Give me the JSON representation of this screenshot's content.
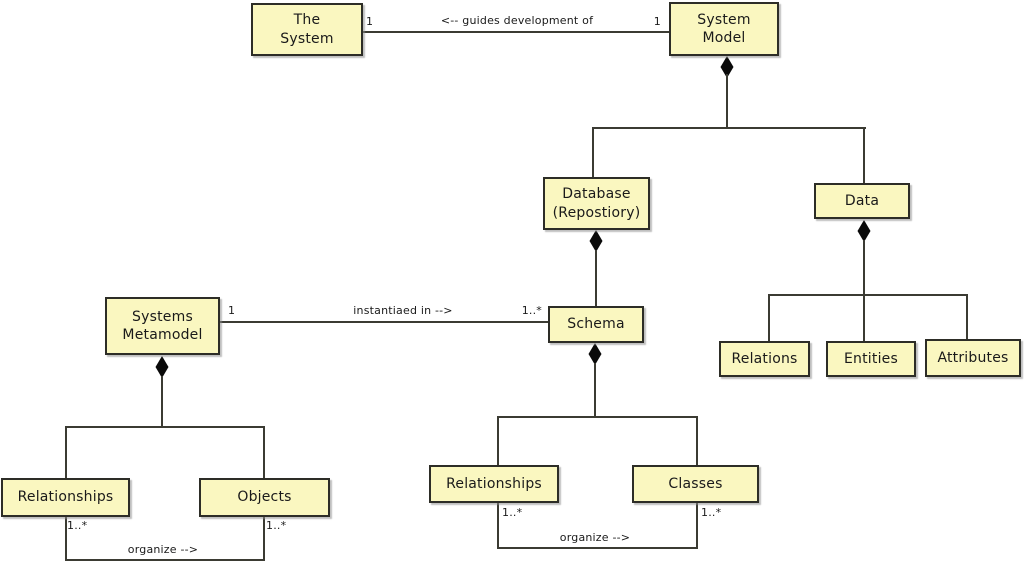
{
  "title": "System metamodel composition diagram",
  "colors": {
    "background": "#FFFFFF",
    "node_fill": "#FAF7C0",
    "node_border": "#2D2D27",
    "line": "#3B3B33",
    "diamond": "#0A0A0A",
    "text": "#1A1A1A"
  },
  "nodes": {
    "the_system": "The\nSystem",
    "system_model": "System\nModel",
    "database_repository": "Database\n(Repostiory)",
    "data": "Data",
    "schema": "Schema",
    "systems_metamodel": "Systems\nMetamodel",
    "relationships_left": "Relationships",
    "objects": "Objects",
    "relationships_mid": "Relationships",
    "classes": "Classes",
    "relations": "Relations",
    "entities": "Entities",
    "attributes": "Attributes"
  },
  "labels": {
    "guides_left_mult": "1",
    "guides_text": "<-- guides development of",
    "guides_right_mult": "1",
    "instantiated_left_mult": "1",
    "instantiated_text": "instantiaed in -->",
    "instantiated_right_mult": "1..*",
    "rel_left_mult": "1..*",
    "objects_mult": "1..*",
    "organize_left_text": "organize -->",
    "rel_mid_mult": "1..*",
    "classes_mult": "1..*",
    "organize_mid_text": "organize -->"
  }
}
